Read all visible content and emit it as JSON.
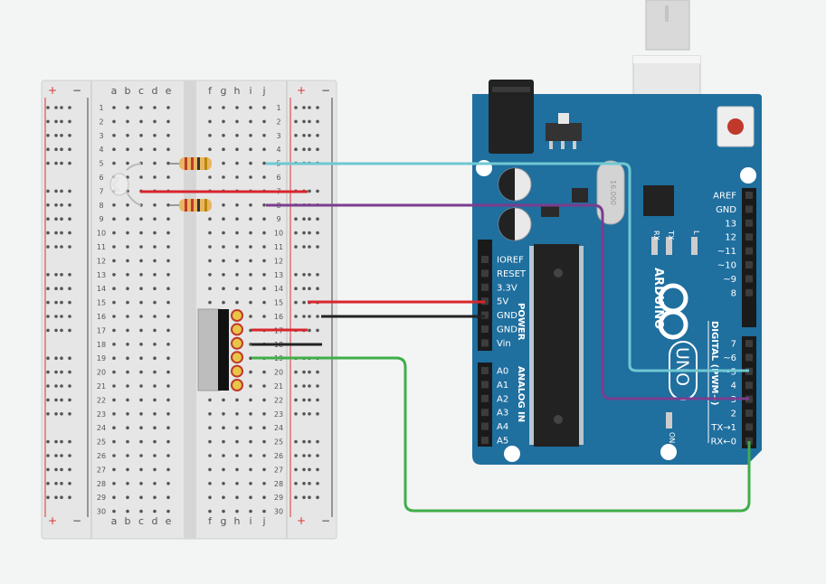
{
  "breadboard": {
    "rail_plus": "+",
    "rail_minus": "−",
    "cols_left": [
      "a",
      "b",
      "c",
      "d",
      "e"
    ],
    "cols_right": [
      "f",
      "g",
      "h",
      "i",
      "j"
    ],
    "row_count": 30
  },
  "arduino": {
    "brand": "ARDUINO",
    "model": "UNO",
    "crystal": "16.000",
    "power_header": {
      "title": "POWER",
      "pins": [
        "IOREF",
        "RESET",
        "3.3V",
        "5V",
        "GND",
        "GND",
        "Vin"
      ]
    },
    "analog_header": {
      "title": "ANALOG IN",
      "pins": [
        "A0",
        "A1",
        "A2",
        "A3",
        "A4",
        "A5"
      ]
    },
    "digital_top": [
      "AREF",
      "GND",
      "13",
      "12",
      "~11",
      "~10",
      "~9",
      "8"
    ],
    "digital_bottom": [
      "7",
      "~6",
      "~5",
      "4",
      "~3",
      "2",
      "TX→1",
      "RX←0"
    ],
    "digital_label": "DIGITAL (PWM~)",
    "leds": [
      "RX",
      "TX",
      "L"
    ],
    "on_label": "ON"
  },
  "colors": {
    "board": "#1f6f9f",
    "wire_cyan": "#6fc8d2",
    "wire_purple": "#7b3d8f",
    "wire_red": "#d8262e",
    "wire_black": "#222222",
    "wire_green": "#3fae49"
  }
}
